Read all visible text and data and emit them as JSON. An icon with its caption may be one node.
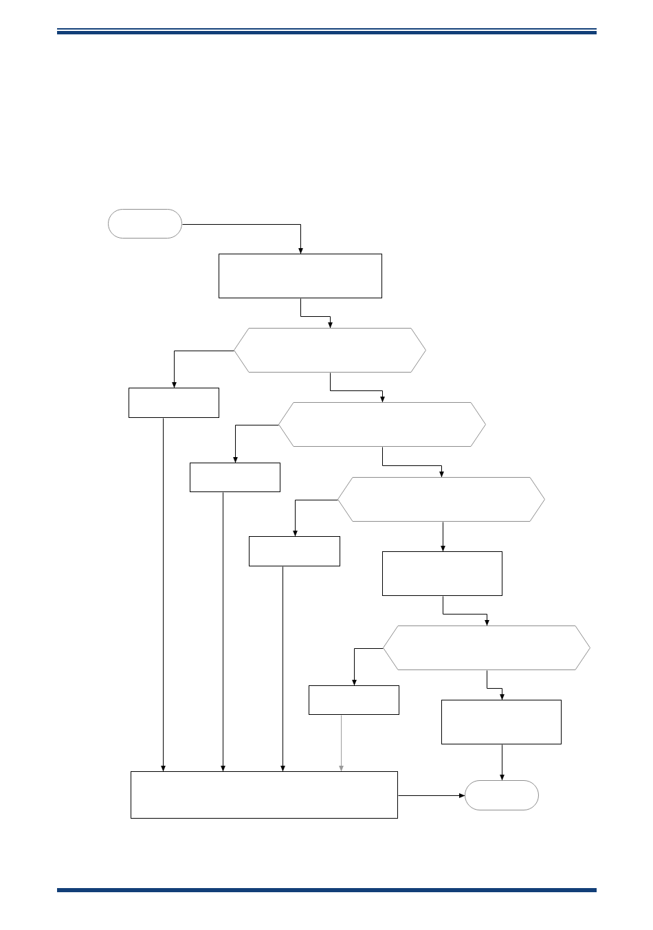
{
  "diagram": {
    "nodes": [
      {
        "text": [],
        "shape": "pill"
      },
      {
        "text": [],
        "shape": "box"
      },
      {
        "text": [],
        "shape": "hexagon"
      },
      {
        "text": [],
        "shape": "box"
      },
      {
        "text": [],
        "shape": "hexagon"
      },
      {
        "text": [],
        "shape": "box"
      },
      {
        "text": [],
        "shape": "hexagon"
      },
      {
        "text": [],
        "shape": "box"
      },
      {
        "text": [],
        "shape": "box"
      },
      {
        "text": [],
        "shape": "hexagon"
      },
      {
        "text": [],
        "shape": "box"
      },
      {
        "text": [],
        "shape": "box"
      },
      {
        "text": [],
        "shape": "box"
      },
      {
        "text": [],
        "shape": "pill"
      }
    ],
    "edges": [
      {
        "from": 0,
        "to": 1,
        "arrow": "to"
      },
      {
        "from": 1,
        "to": 2,
        "arrow": "to"
      },
      {
        "from": 2,
        "to": 3,
        "arrow": "to"
      },
      {
        "from": 2,
        "to": 4,
        "arrow": "to"
      },
      {
        "from": 4,
        "to": 5,
        "arrow": "to"
      },
      {
        "from": 4,
        "to": 6,
        "arrow": "to"
      },
      {
        "from": 6,
        "to": 7,
        "arrow": "to"
      },
      {
        "from": 6,
        "to": 8,
        "arrow": "to"
      },
      {
        "from": 8,
        "to": 9,
        "arrow": "to"
      },
      {
        "from": 9,
        "to": 10,
        "arrow": "to"
      },
      {
        "from": 9,
        "to": 11,
        "arrow": "to"
      },
      {
        "from": 3,
        "to": 12,
        "arrow": "to"
      },
      {
        "from": 5,
        "to": 12,
        "arrow": "to"
      },
      {
        "from": 7,
        "to": 12,
        "arrow": "to"
      },
      {
        "from": 10,
        "to": 12,
        "arrow": "to",
        "color": "#9a9a9a"
      },
      {
        "from": 11,
        "to": 13,
        "arrow": "to"
      },
      {
        "from": 12,
        "to": 13,
        "arrow": "to"
      }
    ]
  }
}
